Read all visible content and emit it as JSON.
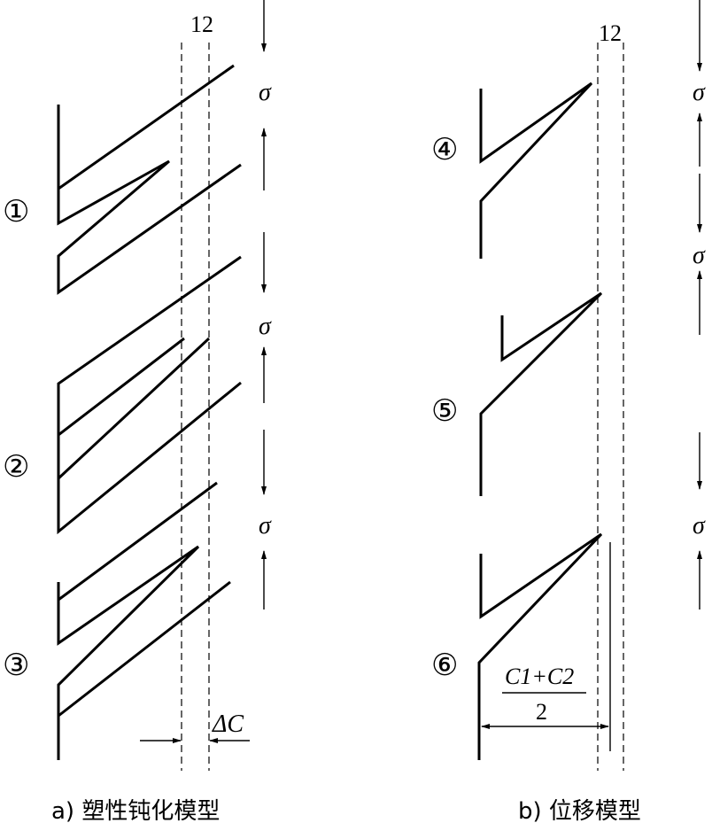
{
  "left_panel": {
    "dashed_label": "12",
    "stage_labels": [
      "①",
      "②",
      "③"
    ],
    "stress_symbol": "σ",
    "dimension_label": "ΔC",
    "caption": "a) 塑性钝化模型"
  },
  "right_panel": {
    "dashed_label": "12",
    "stage_labels": [
      "④",
      "⑤",
      "⑥"
    ],
    "stress_symbol": "σ",
    "fraction_numerator": "C1+C2",
    "fraction_denominator": "2",
    "caption": "b) 位移模型"
  }
}
